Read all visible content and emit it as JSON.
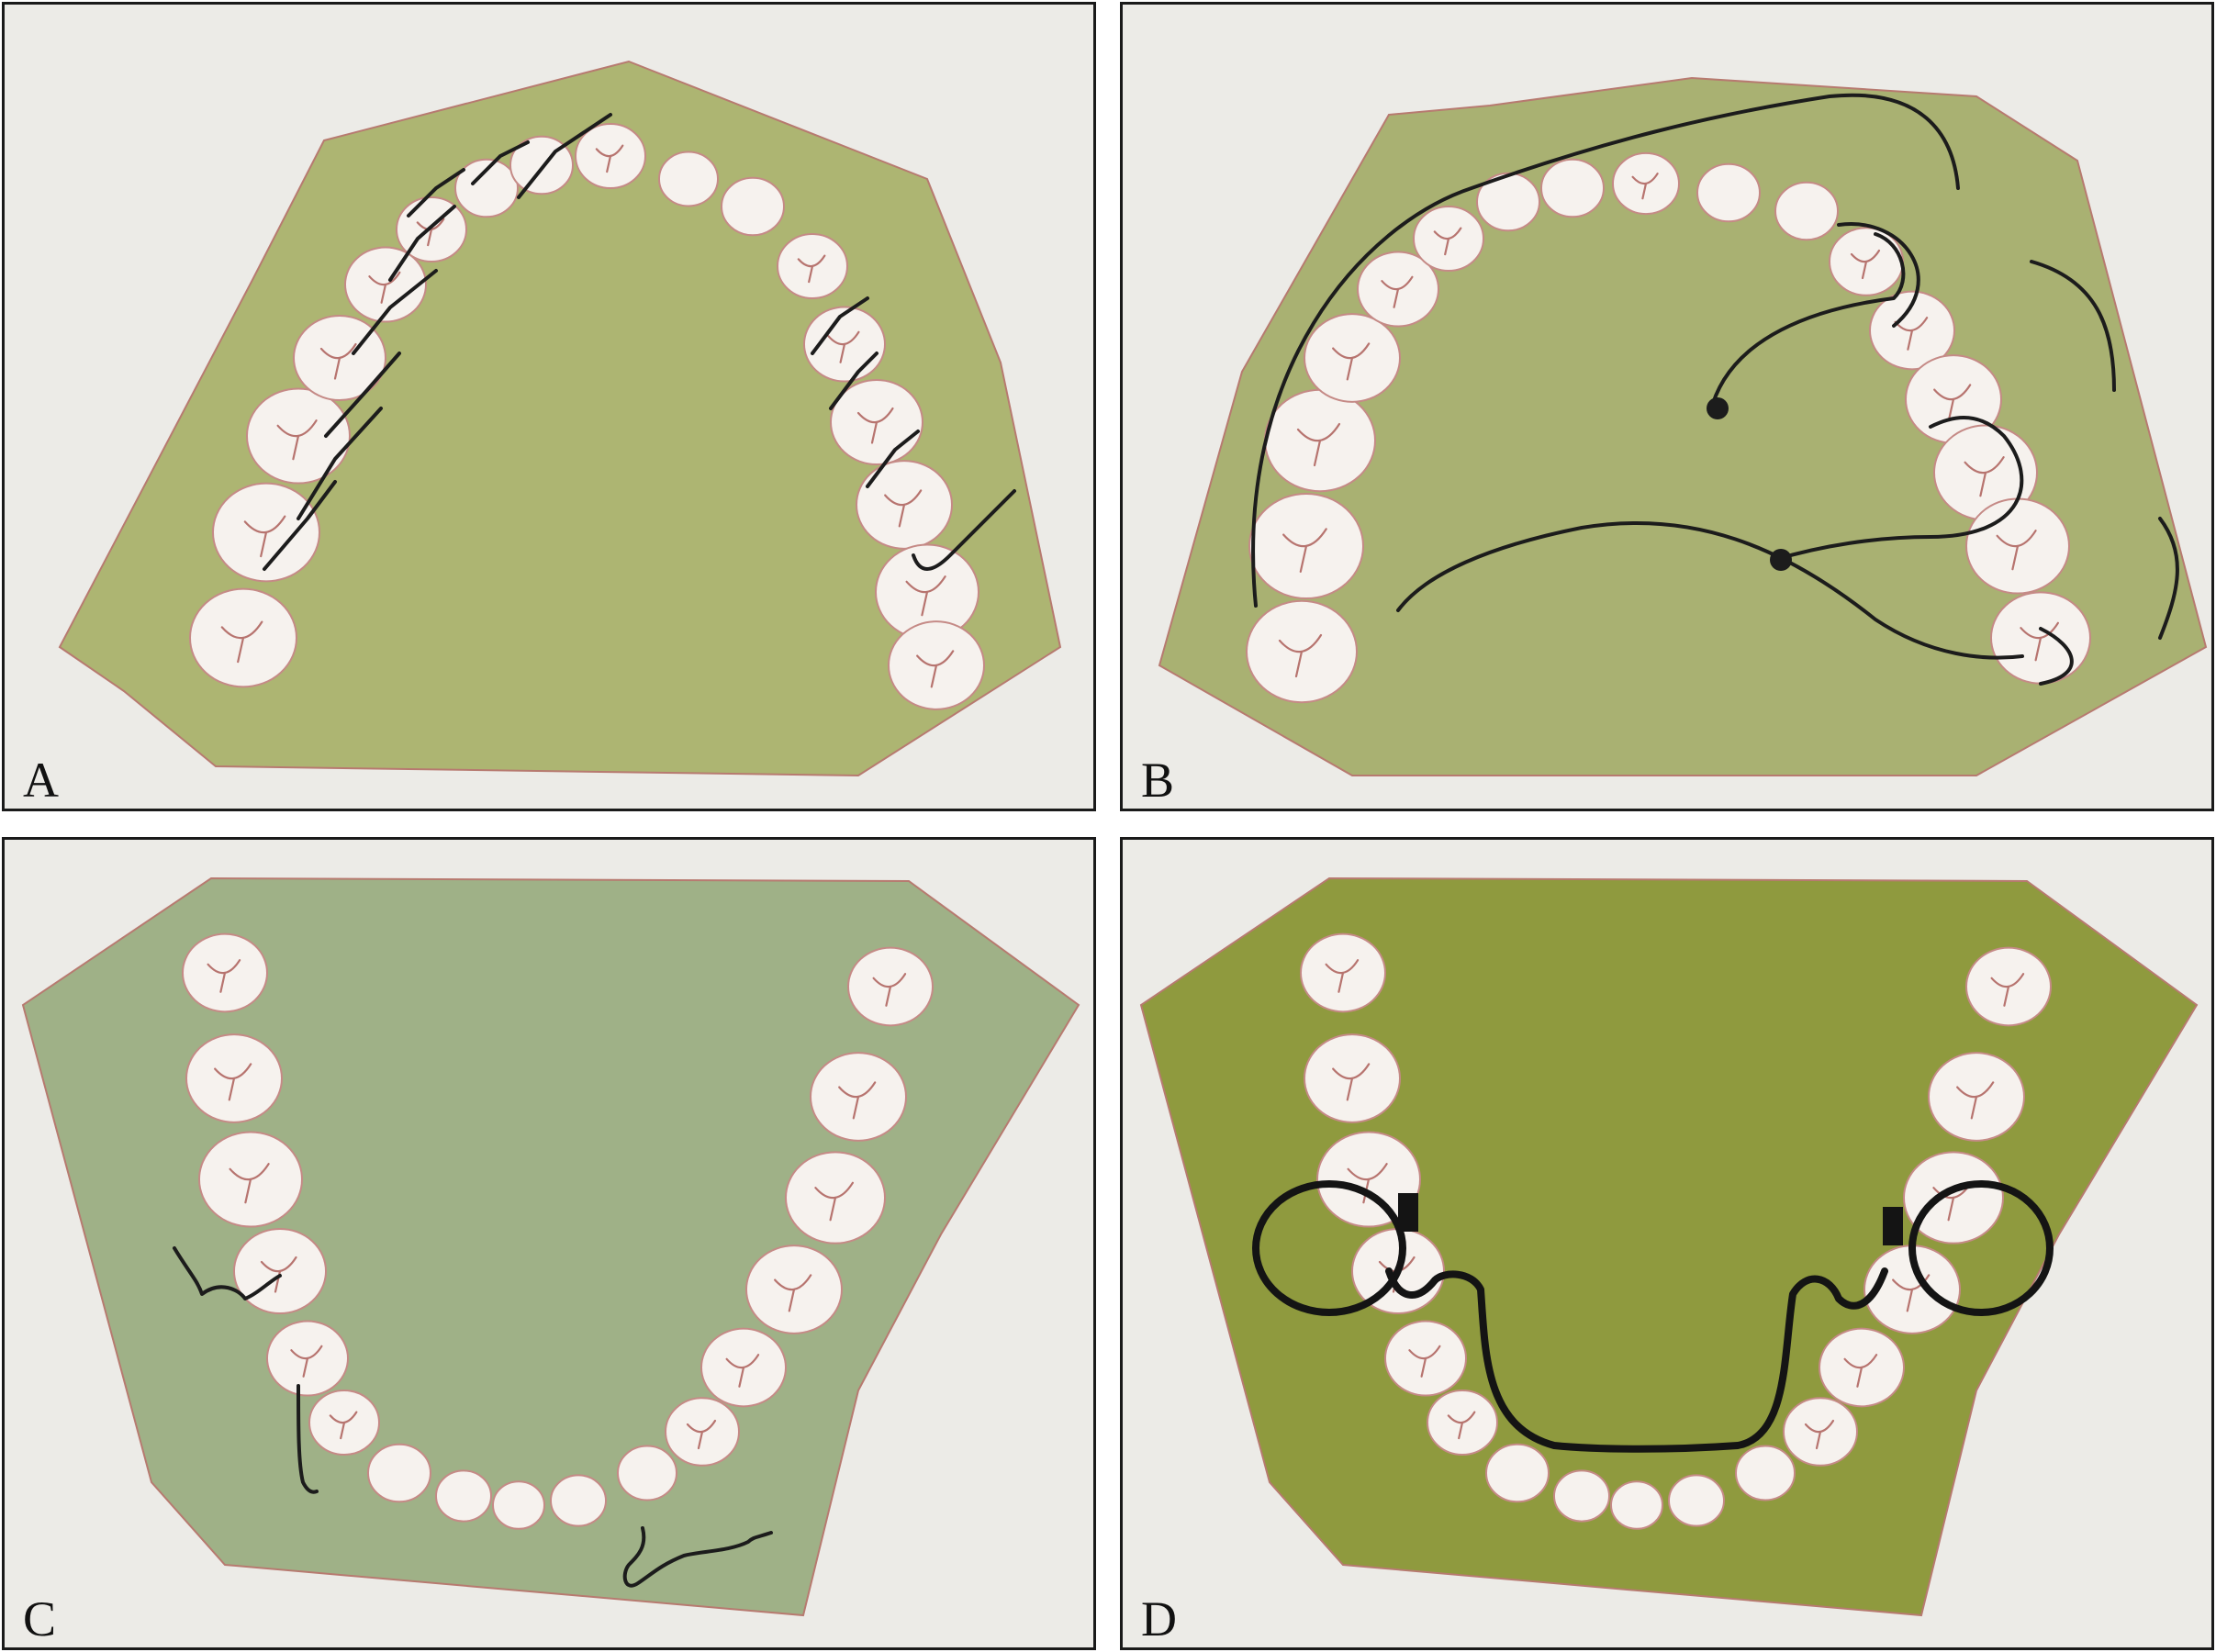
{
  "panels": [
    {
      "label": "A",
      "base_color": "#adb572"
    },
    {
      "label": "B",
      "base_color": "#a9b172"
    },
    {
      "label": "C",
      "base_color": "#9fb187"
    },
    {
      "label": "D",
      "base_color": "#8f9a3e"
    }
  ],
  "colors": {
    "tooth": "#f6f2ee",
    "tooth_outline": "#c58a86",
    "wire": "#1c1c1c",
    "background": "#ecebe7"
  }
}
